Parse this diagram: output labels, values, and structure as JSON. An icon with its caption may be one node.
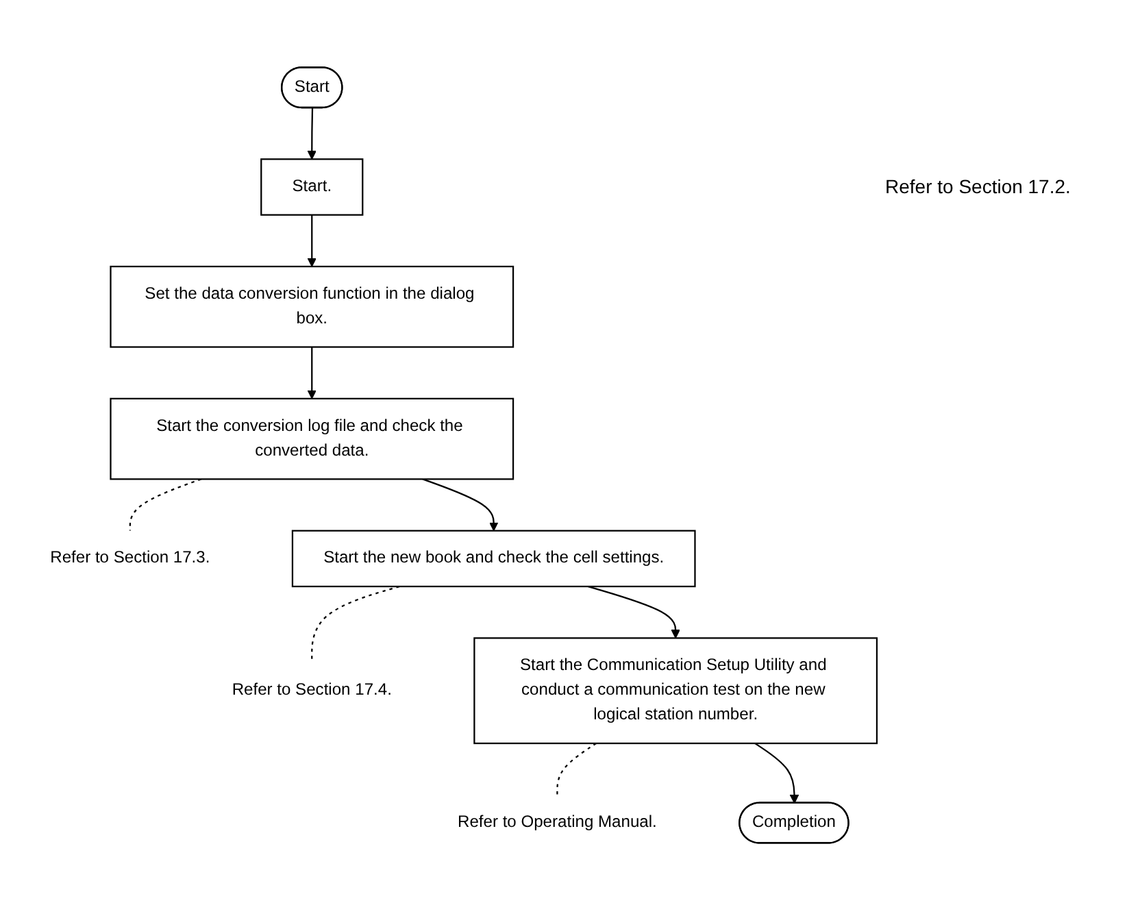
{
  "diagram": {
    "nodes": [
      {
        "text": [
          "Start"
        ]
      },
      {
        "text": [
          "Start."
        ]
      },
      {
        "text": [
          "Set the data conversion function in the dialog box."
        ]
      },
      {
        "text": [
          "Start the conversion log file and check the converted data."
        ]
      },
      {
        "text": [
          "Refer to Section 17.3."
        ]
      },
      {
        "text": [
          "Start the new book and check the cell settings."
        ]
      },
      {
        "text": [
          "Refer to Section 17.4."
        ]
      },
      {
        "text": [
          "Start the Communication Setup Utility and conduct a communication test on the new logical station number."
        ]
      },
      {
        "text": [
          "Refer to Operating Manual."
        ]
      },
      {
        "text": [
          "Completion"
        ]
      }
    ],
    "edges": [
      {
        "from": 0,
        "to": 1,
        "arrow": "to"
      },
      {
        "from": 1,
        "to": 2,
        "arrow": "to"
      },
      {
        "from": 2,
        "to": 3,
        "arrow": "to"
      },
      {
        "from": 3,
        "to": 4,
        "arrow": "none",
        "style": "dashed"
      },
      {
        "from": 3,
        "to": 5,
        "arrow": "to"
      },
      {
        "from": 5,
        "to": 6,
        "arrow": "none",
        "style": "dashed"
      },
      {
        "from": 5,
        "to": 7,
        "arrow": "to"
      },
      {
        "from": 7,
        "to": 8,
        "arrow": "none",
        "style": "dashed"
      },
      {
        "from": 7,
        "to": 9,
        "arrow": "to"
      }
    ],
    "labels": [
      "Refer to Section 17.2."
    ]
  }
}
